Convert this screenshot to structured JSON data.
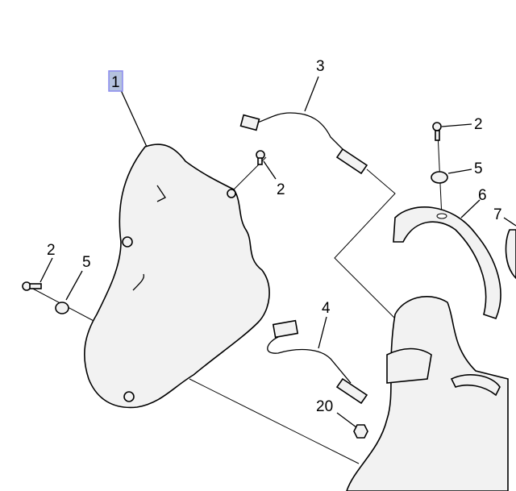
{
  "diagram": {
    "highlight_color": "#b4c2de",
    "callouts": {
      "heat_shield": "1",
      "bolt_upper": "2",
      "bolt_left": "2",
      "bolt_right": "2",
      "sensor_upper": "3",
      "sensor_lower": "4",
      "grommet_left": "5",
      "grommet_right": "5",
      "bracket": "6",
      "converter": "7",
      "nut": "20"
    }
  }
}
